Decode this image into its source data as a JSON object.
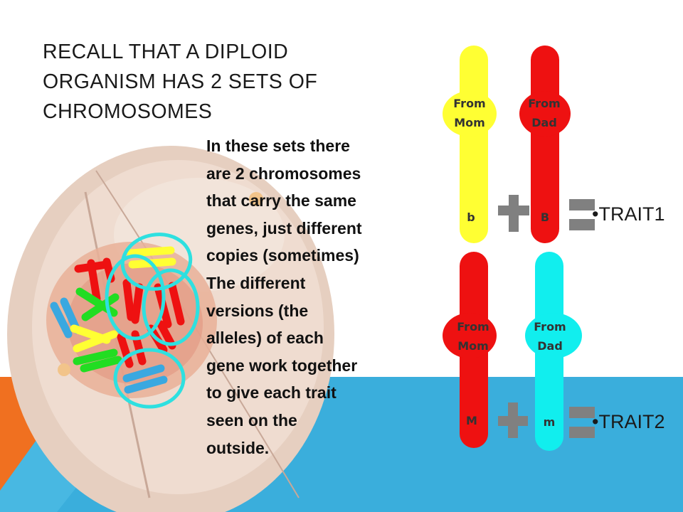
{
  "title": {
    "lines": [
      "RECALL THAT A DIPLOID",
      "ORGANISM HAS 2 SETS OF",
      "CHROMOSOMES"
    ]
  },
  "body": {
    "lines": [
      "In these sets there",
      "are 2 chromosomes",
      "that carry the same",
      "genes, just different",
      "copies (sometimes)",
      "The different",
      "versions (the",
      "alleles) of each",
      "gene work together",
      "to give each trait",
      "seen on the",
      "outside."
    ]
  },
  "pair1": {
    "left": {
      "line1": "From",
      "line2": "Mom",
      "allele": "b",
      "color": "#ffff33"
    },
    "right": {
      "line1": "From",
      "line2": "Dad",
      "allele": "B",
      "color": "#ee1111"
    },
    "trait": "•TRAIT1"
  },
  "pair2": {
    "left": {
      "line1": "From",
      "line2": "Mom",
      "allele": "M",
      "color": "#ee1111"
    },
    "right": {
      "line1": "From",
      "line2": "Dad",
      "allele": "m",
      "color": "#11eeee"
    },
    "trait": "•TRAIT2"
  },
  "colors": {
    "operator_gray": "#808080",
    "circle_outline": "#2ee0e0",
    "band_blue": "#3aaedc",
    "band_orange": "#f07020"
  }
}
